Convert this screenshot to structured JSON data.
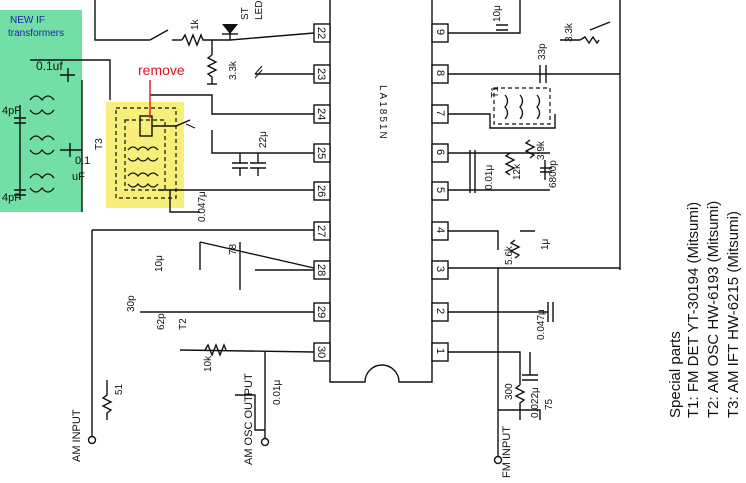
{
  "annotations": {
    "new_if_line1": "NEW  IF",
    "new_if_line2": "transformers",
    "remove": "remove",
    "cap_01uf": "0.1uf",
    "cap_4pf_top": "4pF",
    "cap_4pf_bottom": "4pF",
    "cap_01": "0.1",
    "cap_uf": "uF",
    "t3": "T3"
  },
  "colors": {
    "green_highlight": "#72e0a6",
    "yellow_highlight": "#f7ef7a",
    "remove_red": "#e0141e",
    "note_blue": "#2020a8"
  },
  "ic": {
    "part": "LA1851N",
    "pins_left": [
      "22",
      "23",
      "24",
      "25",
      "26",
      "27",
      "28",
      "29",
      "30"
    ],
    "pins_right": [
      "9",
      "8",
      "7",
      "6",
      "5",
      "4",
      "3",
      "2",
      "1"
    ]
  },
  "components": {
    "r_1k": "1k",
    "r_33k_top": "3.3k",
    "st_led_1": "ST",
    "st_led_2": "LED",
    "cap_22u": "22μ",
    "cap_0047u": "0.047μ",
    "cap_10u_left": "10μ",
    "r_78": "78",
    "cap_30p": "30p",
    "cap_62p": "62p",
    "t2": "T2",
    "r_10k": "10k",
    "cap_001u": "0.01μ",
    "r_51": "51",
    "cap_10u_top": "10μ",
    "r_33k_right": "3.3k",
    "cap_33p": "33p",
    "t1": "T1",
    "cap_001u_right": "0.01μ",
    "r_12k": "12k",
    "r_39k": "3.9k",
    "cap_6800p": "6800p",
    "r_56k": "5.6k",
    "cap_1u": "1μ",
    "cap_0047u_right": "0.047μ",
    "cap_0022u": "0.022μ",
    "r_300": "300",
    "r_75": "75"
  },
  "labels": {
    "am_input": "AM INPUT",
    "am_osc_output": "AM OSC OUTPUT",
    "fm_input": "FM INPUT"
  },
  "special_parts": {
    "title": "Special parts",
    "lines": [
      "T1: FM DET YT-30194 (Mitsumi)",
      "T2: AM OSC HW-6193 (Mitsumi)",
      "T3: AM IFT HW-6215 (Mitsumi)"
    ]
  }
}
